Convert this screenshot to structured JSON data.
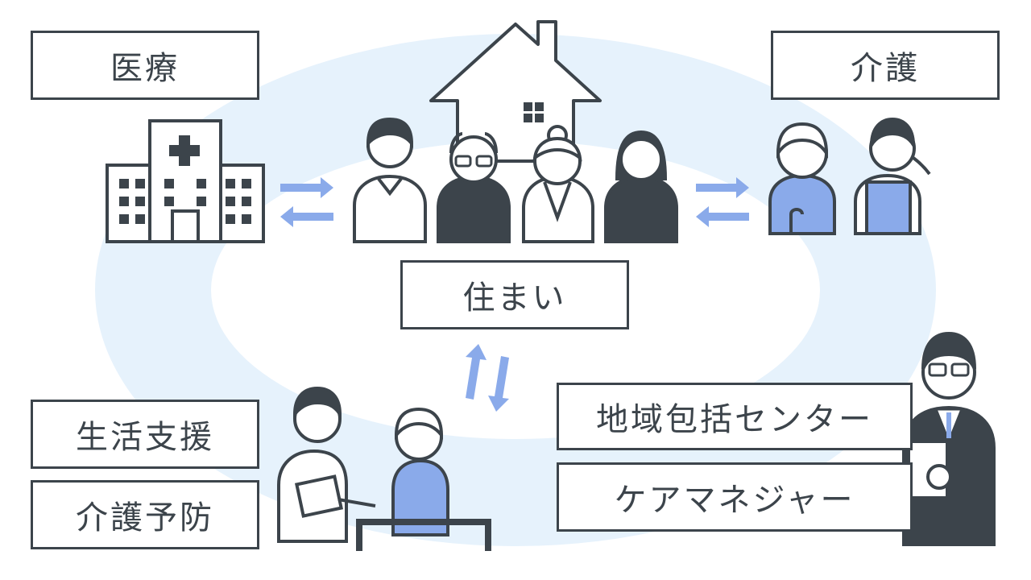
{
  "labels": {
    "medical": "医療",
    "care": "介護",
    "housing": "住まい",
    "life_support": "生活支援",
    "care_prevention": "介護予防",
    "community_center": "地域包括センター",
    "care_manager": "ケアマネジャー"
  },
  "colors": {
    "dark": "#3c444b",
    "accent_blue": "#8aaaea",
    "light_blue": "#e6f2fc",
    "white": "#ffffff"
  },
  "icons": [
    "hospital-icon",
    "house-icon",
    "family-man-icon",
    "family-grandfather-icon",
    "family-grandmother-icon",
    "family-woman-icon",
    "elderly-with-cane-icon",
    "caregiver-icon",
    "helper-with-clipboard-icon",
    "elderly-seated-icon",
    "care-manager-icon",
    "bidirectional-arrow-icon"
  ]
}
